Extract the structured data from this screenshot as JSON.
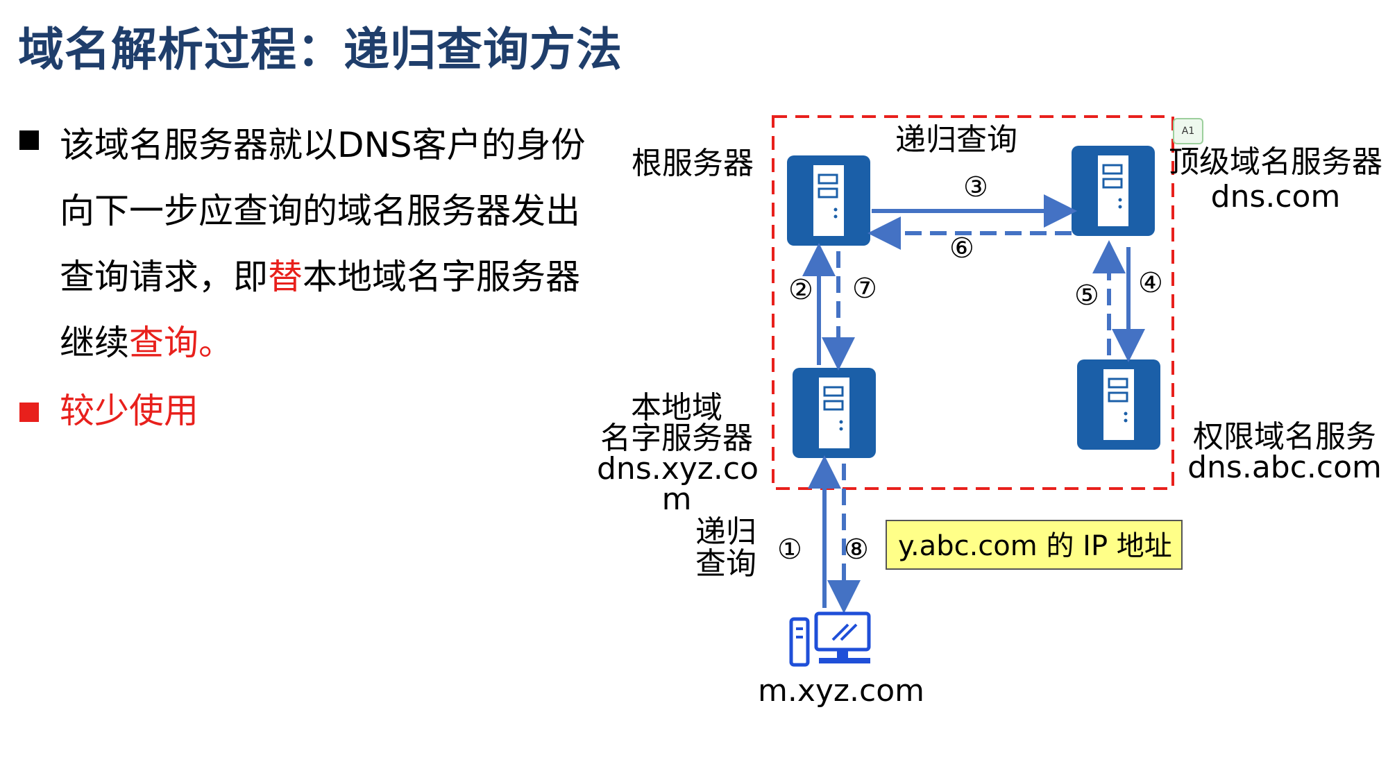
{
  "title": "域名解析过程：递归查询方法",
  "bullet1": {
    "text_a": "该域名服务器就以DNS客户的身份向下一步应查询的域名服务器发出查询请求，即",
    "text_red1": "替",
    "text_b": "本地域名字服务器继续",
    "text_red2": "查询",
    "text_c": "。"
  },
  "bullet2": {
    "text": "较少使用"
  },
  "diagram": {
    "recursive_box_label": "递归查询",
    "root_label": "根服务器",
    "tld_label_line1": "顶级域名服务器",
    "tld_label_line2": "dns.com",
    "local_label_line1": "本地域",
    "local_label_line2": "名字服务器",
    "local_label_line3": "dns.xyz.co",
    "local_label_line4": "m",
    "auth_label_line1": "权限域名服务",
    "auth_label_line2": "dns.abc.com",
    "client_query_line1": "递归",
    "client_query_line2": "查询",
    "client_label": "m.xyz.com",
    "result_box": "y.abc.com 的 IP 地址",
    "steps": [
      "①",
      "②",
      "③",
      "④",
      "⑤",
      "⑥",
      "⑦",
      "⑧"
    ],
    "tag": "A1"
  },
  "colors": {
    "title": "#1f3e6b",
    "server": "#1b5fa8",
    "arrow": "#4472c4",
    "dashed_box": "#e8201c",
    "highlight": "#e8201c",
    "result_box": "#ffff88"
  }
}
